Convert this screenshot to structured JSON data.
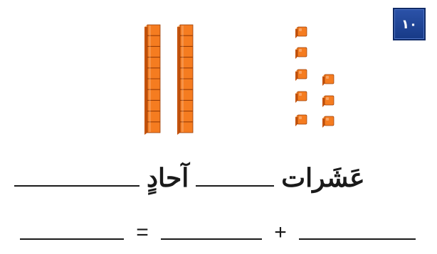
{
  "exercise": {
    "number": "١٠"
  },
  "blocks": {
    "tens_rods": 2,
    "ones_cubes": 8,
    "colors": {
      "face": "#f57c20",
      "side": "#c4520c",
      "top": "#ffb068",
      "edge": "#9a3d06"
    }
  },
  "sentence": {
    "tens_word": "عَشَرات",
    "ones_word": "آحادٍ"
  },
  "equation": {
    "plus": "+",
    "equals": "="
  }
}
